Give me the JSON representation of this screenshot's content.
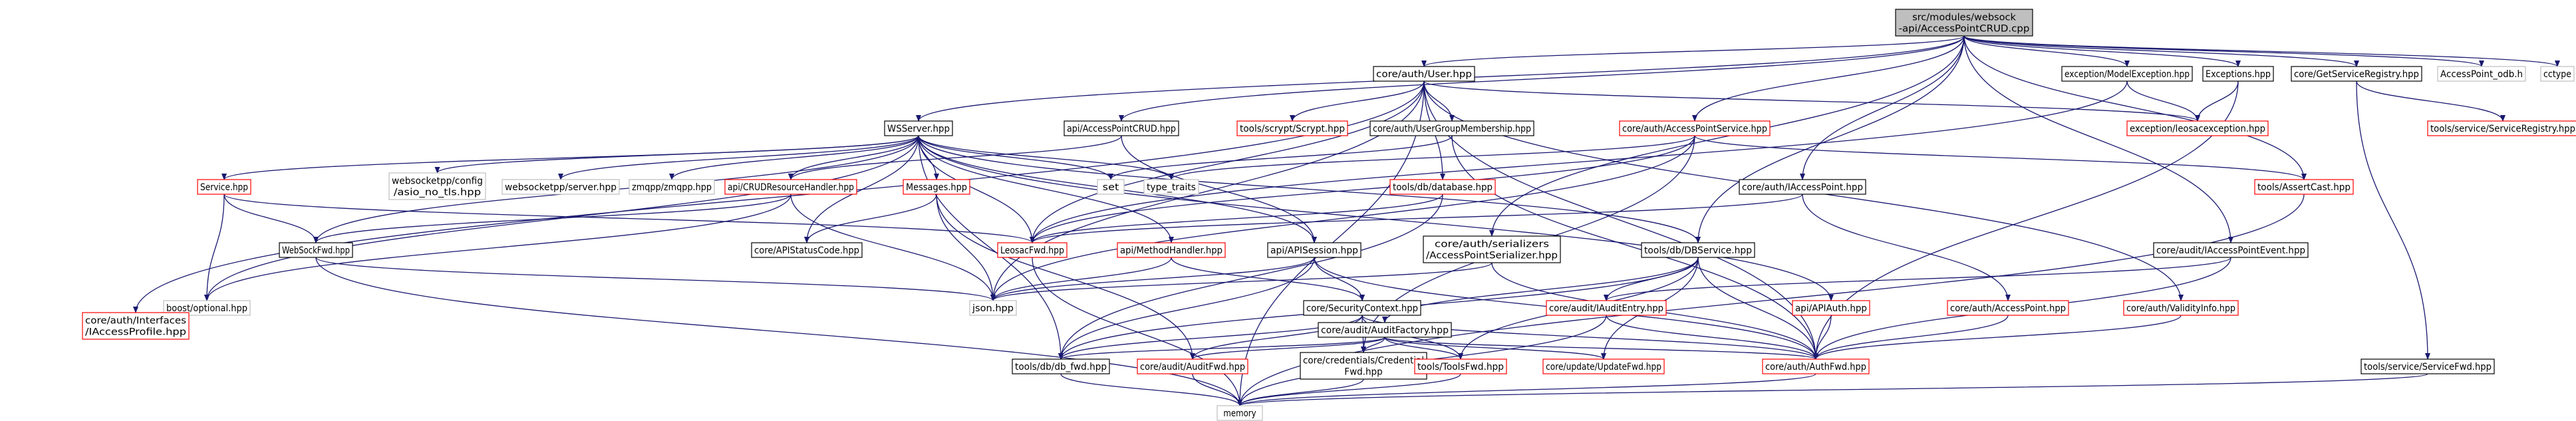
{
  "colors": {
    "edge": "#191970",
    "black": "#000000",
    "red": "#ff0000",
    "grey": "#bfbfbf",
    "root_fill": "#bfbfbf",
    "node_fill": "#ffffff",
    "text": "#000000"
  },
  "nodes": [
    {
      "id": "root",
      "lines": [
        "src/modules/websock",
        "-api/AccessPointCRUD.cpp"
      ],
      "style": "root"
    },
    {
      "id": "user",
      "lines": [
        "core/auth/User.hpp"
      ],
      "style": "black"
    },
    {
      "id": "modelexc",
      "lines": [
        "exception/ModelException.hpp"
      ],
      "style": "black"
    },
    {
      "id": "exceptions",
      "lines": [
        "Exceptions.hpp"
      ],
      "style": "black"
    },
    {
      "id": "getservreg",
      "lines": [
        "core/GetServiceRegistry.hpp"
      ],
      "style": "black"
    },
    {
      "id": "apodb",
      "lines": [
        "AccessPoint_odb.h"
      ],
      "style": "grey"
    },
    {
      "id": "cctype",
      "lines": [
        "cctype"
      ],
      "style": "grey"
    },
    {
      "id": "wsserver",
      "lines": [
        "WSServer.hpp"
      ],
      "style": "black"
    },
    {
      "id": "apcrudh",
      "lines": [
        "api/AccessPointCRUD.hpp"
      ],
      "style": "black"
    },
    {
      "id": "scrypt",
      "lines": [
        "tools/scrypt/Scrypt.hpp"
      ],
      "style": "red"
    },
    {
      "id": "ugm",
      "lines": [
        "core/auth/UserGroupMembership.hpp"
      ],
      "style": "black"
    },
    {
      "id": "apservice",
      "lines": [
        "core/auth/AccessPointService.hpp"
      ],
      "style": "red"
    },
    {
      "id": "leosacexc",
      "lines": [
        "exception/leosacexception.hpp"
      ],
      "style": "red"
    },
    {
      "id": "servreg",
      "lines": [
        "tools/service/ServiceRegistry.hpp"
      ],
      "style": "red"
    },
    {
      "id": "wsconfig",
      "lines": [
        "websocketpp/config",
        "/asio_no_tls.hpp"
      ],
      "style": "grey"
    },
    {
      "id": "wsppserver",
      "lines": [
        "websocketpp/server.hpp"
      ],
      "style": "grey"
    },
    {
      "id": "zmqpp",
      "lines": [
        "zmqpp/zmqpp.hpp"
      ],
      "style": "grey"
    },
    {
      "id": "crudh",
      "lines": [
        "api/CRUDResourceHandler.hpp"
      ],
      "style": "red"
    },
    {
      "id": "messages",
      "lines": [
        "Messages.hpp"
      ],
      "style": "red"
    },
    {
      "id": "set",
      "lines": [
        "set"
      ],
      "style": "grey"
    },
    {
      "id": "typetraits",
      "lines": [
        "type_traits"
      ],
      "style": "grey"
    },
    {
      "id": "database",
      "lines": [
        "tools/db/database.hpp"
      ],
      "style": "red"
    },
    {
      "id": "assertcast",
      "lines": [
        "tools/AssertCast.hpp"
      ],
      "style": "red"
    },
    {
      "id": "accesspointhpp",
      "lines": [
        "core/auth/IAccessPoint.hpp"
      ],
      "style": "black"
    },
    {
      "id": "service",
      "lines": [
        "Service.hpp"
      ],
      "style": "red"
    },
    {
      "id": "websockfwd",
      "lines": [
        "WebSockFwd.hpp"
      ],
      "style": "black"
    },
    {
      "id": "apistatus",
      "lines": [
        "core/APIStatusCode.hpp"
      ],
      "style": "black"
    },
    {
      "id": "leosacfwd",
      "lines": [
        "LeosacFwd.hpp"
      ],
      "style": "red"
    },
    {
      "id": "methodhandler",
      "lines": [
        "api/MethodHandler.hpp"
      ],
      "style": "red"
    },
    {
      "id": "apisession",
      "lines": [
        "api/APISession.hpp"
      ],
      "style": "black"
    },
    {
      "id": "serializer",
      "lines": [
        "core/auth/serializers",
        "/AccessPointSerializer.hpp"
      ],
      "style": "black"
    },
    {
      "id": "dbservice",
      "lines": [
        "tools/db/DBService.hpp"
      ],
      "style": "black"
    },
    {
      "id": "apeventh",
      "lines": [
        "core/audit/IAccessPointEvent.hpp"
      ],
      "style": "black"
    },
    {
      "id": "optional",
      "lines": [
        "boost/optional.hpp"
      ],
      "style": "grey"
    },
    {
      "id": "accessprofile",
      "lines": [
        "core/auth/Interfaces",
        "/IAccessProfile.hpp"
      ],
      "style": "red"
    },
    {
      "id": "json",
      "lines": [
        "json.hpp"
      ],
      "style": "grey"
    },
    {
      "id": "secctx",
      "lines": [
        "core/SecurityContext.hpp"
      ],
      "style": "black"
    },
    {
      "id": "auditfactory",
      "lines": [
        "core/audit/AuditFactory.hpp"
      ],
      "style": "black"
    },
    {
      "id": "iauditentry",
      "lines": [
        "core/audit/IAuditEntry.hpp"
      ],
      "style": "red"
    },
    {
      "id": "apiauth",
      "lines": [
        "api/APIAuth.hpp"
      ],
      "style": "red"
    },
    {
      "id": "accesspoint",
      "lines": [
        "core/auth/AccessPoint.hpp"
      ],
      "style": "red"
    },
    {
      "id": "validity",
      "lines": [
        "core/auth/ValidityInfo.hpp"
      ],
      "style": "red"
    },
    {
      "id": "dbfwd",
      "lines": [
        "tools/db/db_fwd.hpp"
      ],
      "style": "black"
    },
    {
      "id": "auditfwd",
      "lines": [
        "core/audit/AuditFwd.hpp"
      ],
      "style": "red"
    },
    {
      "id": "credfwd",
      "lines": [
        "core/credentials/Credential",
        "Fwd.hpp"
      ],
      "style": "black"
    },
    {
      "id": "toolsfwd",
      "lines": [
        "tools/ToolsFwd.hpp"
      ],
      "style": "red"
    },
    {
      "id": "updatefwd",
      "lines": [
        "core/update/UpdateFwd.hpp"
      ],
      "style": "red"
    },
    {
      "id": "authfwd",
      "lines": [
        "core/auth/AuthFwd.hpp"
      ],
      "style": "red"
    },
    {
      "id": "servicefwd",
      "lines": [
        "tools/service/ServiceFwd.hpp"
      ],
      "style": "black"
    },
    {
      "id": "memory",
      "lines": [
        "memory"
      ],
      "style": "grey"
    }
  ],
  "edges": [
    [
      "root",
      "user"
    ],
    [
      "root",
      "modelexc"
    ],
    [
      "root",
      "exceptions"
    ],
    [
      "root",
      "getservreg"
    ],
    [
      "root",
      "apodb"
    ],
    [
      "root",
      "cctype"
    ],
    [
      "root",
      "wsserver"
    ],
    [
      "root",
      "apcrudh"
    ],
    [
      "root",
      "apservice"
    ],
    [
      "root",
      "assertcast"
    ],
    [
      "root",
      "accesspointhpp"
    ],
    [
      "root",
      "serializer"
    ],
    [
      "root",
      "dbservice"
    ],
    [
      "root",
      "apeventh"
    ],
    [
      "user",
      "scrypt"
    ],
    [
      "user",
      "ugm"
    ],
    [
      "user",
      "database"
    ],
    [
      "user",
      "leosacfwd"
    ],
    [
      "user",
      "accessprofile"
    ],
    [
      "user",
      "memory"
    ],
    [
      "user",
      "json"
    ],
    [
      "user",
      "authfwd"
    ],
    [
      "user",
      "validity"
    ],
    [
      "user",
      "leosacexc"
    ],
    [
      "modelexc",
      "leosacexc"
    ],
    [
      "modelexc",
      "leosacfwd"
    ],
    [
      "exceptions",
      "leosacexc"
    ],
    [
      "exceptions",
      "authfwd"
    ],
    [
      "getservreg",
      "servreg"
    ],
    [
      "getservreg",
      "servicefwd"
    ],
    [
      "wsserver",
      "wsconfig"
    ],
    [
      "wsserver",
      "wsppserver"
    ],
    [
      "wsserver",
      "zmqpp"
    ],
    [
      "wsserver",
      "crudh"
    ],
    [
      "wsserver",
      "messages"
    ],
    [
      "wsserver",
      "set"
    ],
    [
      "wsserver",
      "typetraits"
    ],
    [
      "wsserver",
      "service"
    ],
    [
      "wsserver",
      "websockfwd"
    ],
    [
      "wsserver",
      "apistatus"
    ],
    [
      "wsserver",
      "leosacfwd"
    ],
    [
      "wsserver",
      "methodhandler"
    ],
    [
      "wsserver",
      "apisession"
    ],
    [
      "wsserver",
      "optional"
    ],
    [
      "wsserver",
      "dbservice"
    ],
    [
      "wsserver",
      "dbfwd"
    ],
    [
      "wsserver",
      "apiauth"
    ],
    [
      "apcrudh",
      "crudh"
    ],
    [
      "apcrudh",
      "apisession"
    ],
    [
      "ugm",
      "set"
    ],
    [
      "ugm",
      "authfwd"
    ],
    [
      "apservice",
      "typetraits"
    ],
    [
      "apservice",
      "assertcast"
    ],
    [
      "apservice",
      "leosacfwd"
    ],
    [
      "apservice",
      "json"
    ],
    [
      "apservice",
      "credfwd"
    ],
    [
      "crudh",
      "websockfwd"
    ],
    [
      "crudh",
      "optional"
    ],
    [
      "crudh",
      "json"
    ],
    [
      "messages",
      "apistatus"
    ],
    [
      "messages",
      "json"
    ],
    [
      "messages",
      "auditfwd"
    ],
    [
      "database",
      "leosacfwd"
    ],
    [
      "database",
      "dbfwd"
    ],
    [
      "assertcast",
      "memory"
    ],
    [
      "accesspointhpp",
      "leosacfwd"
    ],
    [
      "accesspointhpp",
      "accesspoint"
    ],
    [
      "service",
      "websockfwd"
    ],
    [
      "service",
      "optional"
    ],
    [
      "service",
      "leosacfwd"
    ],
    [
      "websockfwd",
      "memory"
    ],
    [
      "websockfwd",
      "json"
    ],
    [
      "leosacfwd",
      "memory"
    ],
    [
      "methodhandler",
      "secctx"
    ],
    [
      "methodhandler",
      "json"
    ],
    [
      "apisession",
      "secctx"
    ],
    [
      "apisession",
      "json"
    ],
    [
      "apisession",
      "authfwd"
    ],
    [
      "apisession",
      "dbfwd"
    ],
    [
      "serializer",
      "json"
    ],
    [
      "serializer",
      "authfwd"
    ],
    [
      "dbservice",
      "auditfactory"
    ],
    [
      "dbservice",
      "iauditentry"
    ],
    [
      "dbservice",
      "toolsfwd"
    ],
    [
      "dbservice",
      "updatefwd"
    ],
    [
      "dbservice",
      "dbfwd"
    ],
    [
      "dbservice",
      "authfwd"
    ],
    [
      "apeventh",
      "iauditentry"
    ],
    [
      "apeventh",
      "authfwd"
    ],
    [
      "secctx",
      "dbfwd"
    ],
    [
      "secctx",
      "auditfwd"
    ],
    [
      "secctx",
      "credfwd"
    ],
    [
      "secctx",
      "toolsfwd"
    ],
    [
      "secctx",
      "authfwd"
    ],
    [
      "auditfactory",
      "dbfwd"
    ],
    [
      "auditfactory",
      "auditfwd"
    ],
    [
      "auditfactory",
      "credfwd"
    ],
    [
      "auditfactory",
      "toolsfwd"
    ],
    [
      "auditfactory",
      "updatefwd"
    ],
    [
      "auditfactory",
      "authfwd"
    ],
    [
      "iauditentry",
      "memory"
    ],
    [
      "iauditentry",
      "authfwd"
    ],
    [
      "apiauth",
      "authfwd"
    ],
    [
      "accesspoint",
      "authfwd"
    ],
    [
      "validity",
      "authfwd"
    ],
    [
      "dbfwd",
      "memory"
    ],
    [
      "auditfwd",
      "memory"
    ],
    [
      "credfwd",
      "memory"
    ],
    [
      "toolsfwd",
      "memory"
    ],
    [
      "authfwd",
      "memory"
    ],
    [
      "servicefwd",
      "memory"
    ]
  ]
}
